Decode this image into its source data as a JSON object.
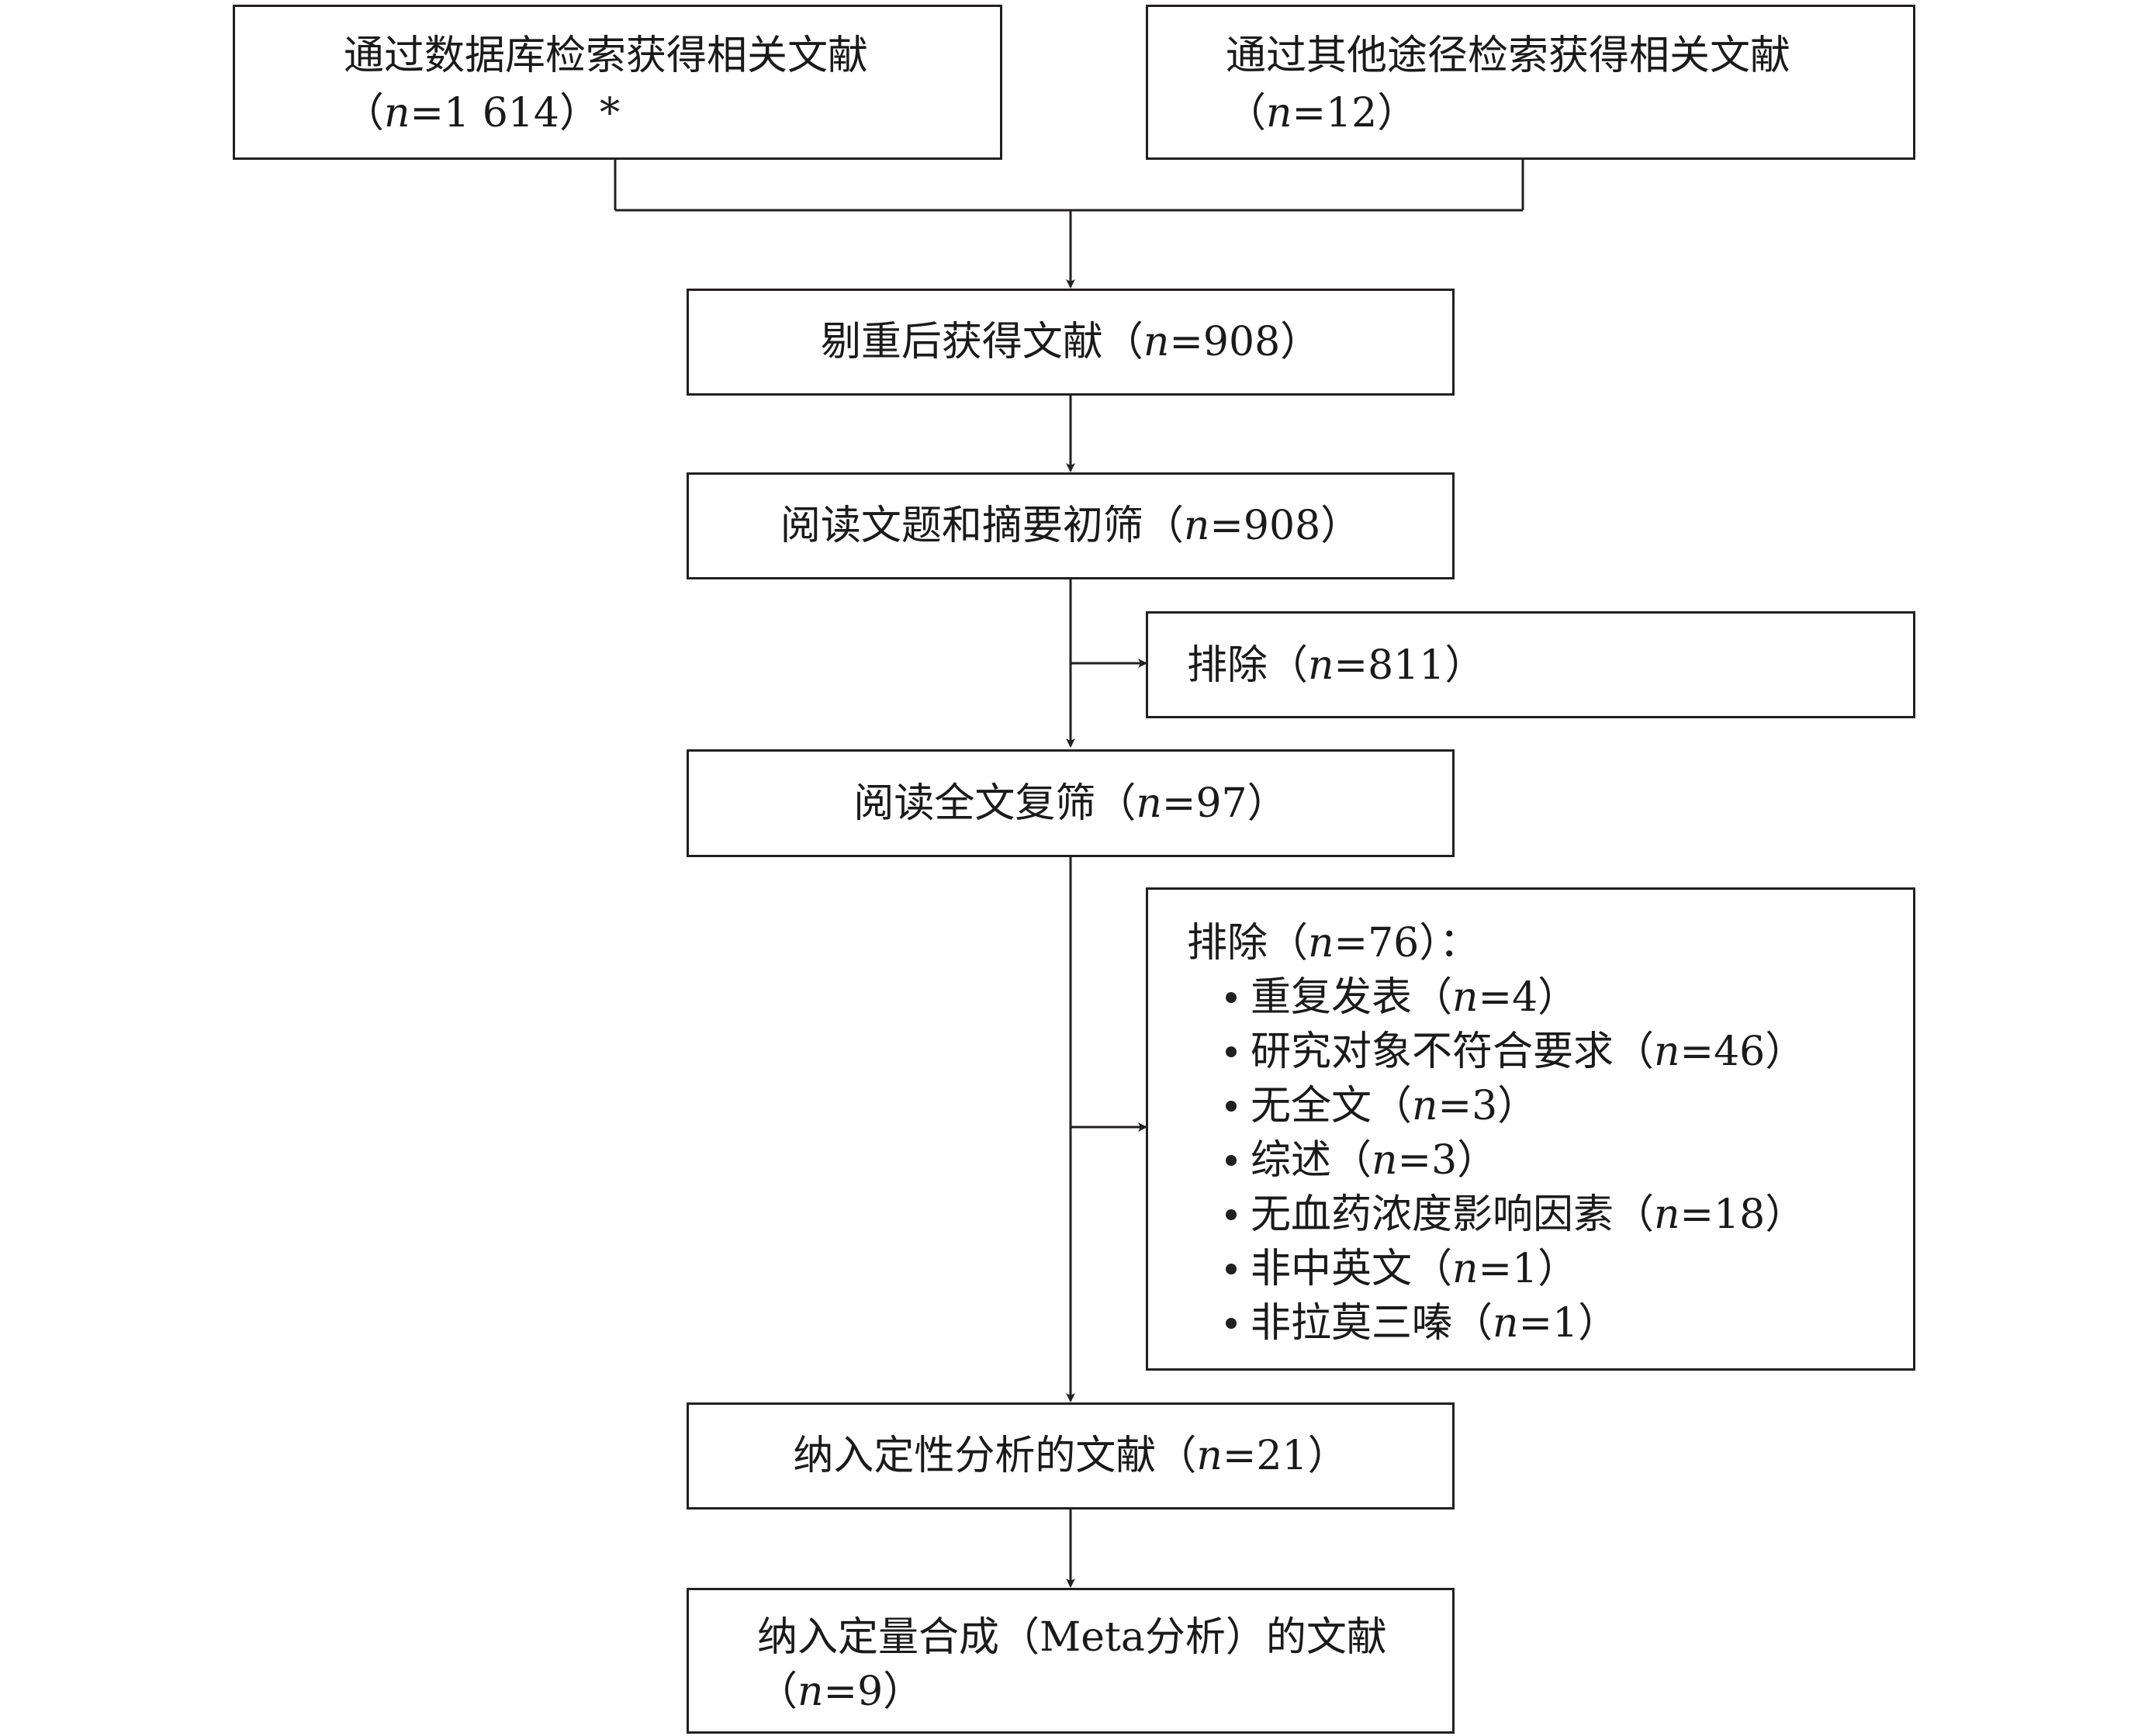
{
  "boxes": {
    "db_search": {
      "line1": "通过数据库检索获得相关文献",
      "line2_prefix": "（",
      "n": "n",
      "line2_value": "=1 614）*"
    },
    "other_search": {
      "line1": "通过其他途径检索获得相关文献",
      "line2_prefix": "（",
      "n": "n",
      "line2_value": "=12）"
    },
    "dedup": {
      "prefix": "剔重后获得文献（",
      "n": "n",
      "value": "=908）"
    },
    "title_abstract": {
      "prefix": "阅读文题和摘要初筛（",
      "n": "n",
      "value": "=908）"
    },
    "exclude1": {
      "prefix": "排除（",
      "n": "n",
      "value": "=811）"
    },
    "fulltext": {
      "prefix": "阅读全文复筛（",
      "n": "n",
      "value": "=97）"
    },
    "exclude2": {
      "header_prefix": "排除（",
      "n": "n",
      "header_value": "=76）：",
      "items": [
        {
          "label": "重复发表（",
          "n": "n",
          "value": "=4）"
        },
        {
          "label": "研究对象不符合要求（",
          "n": "n",
          "value": "=46）"
        },
        {
          "label": "无全文（",
          "n": "n",
          "value": "=3）"
        },
        {
          "label": "综述（",
          "n": "n",
          "value": "=3）"
        },
        {
          "label": "无血药浓度影响因素（",
          "n": "n",
          "value": "=18）"
        },
        {
          "label": "非中英文（",
          "n": "n",
          "value": "=1）"
        },
        {
          "label": "非拉莫三嗪（",
          "n": "n",
          "value": "=1）"
        }
      ]
    },
    "qualitative": {
      "prefix": "纳入定性分析的文献（",
      "n": "n",
      "value": "=21）"
    },
    "meta": {
      "line1": "纳入定量合成（Meta分析）的文献",
      "line2_prefix": "（",
      "n": "n",
      "line2_value": "=9）"
    }
  }
}
